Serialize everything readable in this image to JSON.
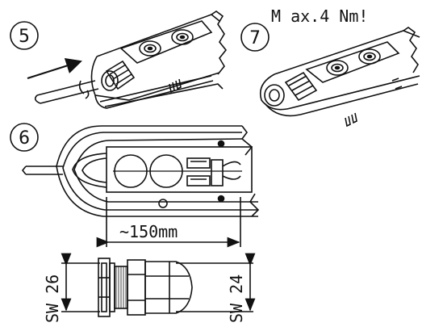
{
  "steps": {
    "step5": "5",
    "step6": "6",
    "step7": "7"
  },
  "torque_note": "M ax.4 Nm!",
  "dimension_length": "~150mm",
  "wrench_sizes": {
    "gland_nut": "SW 26",
    "cap_nut": "SW 24"
  },
  "colors": {
    "line": "#111111",
    "background": "#ffffff"
  }
}
